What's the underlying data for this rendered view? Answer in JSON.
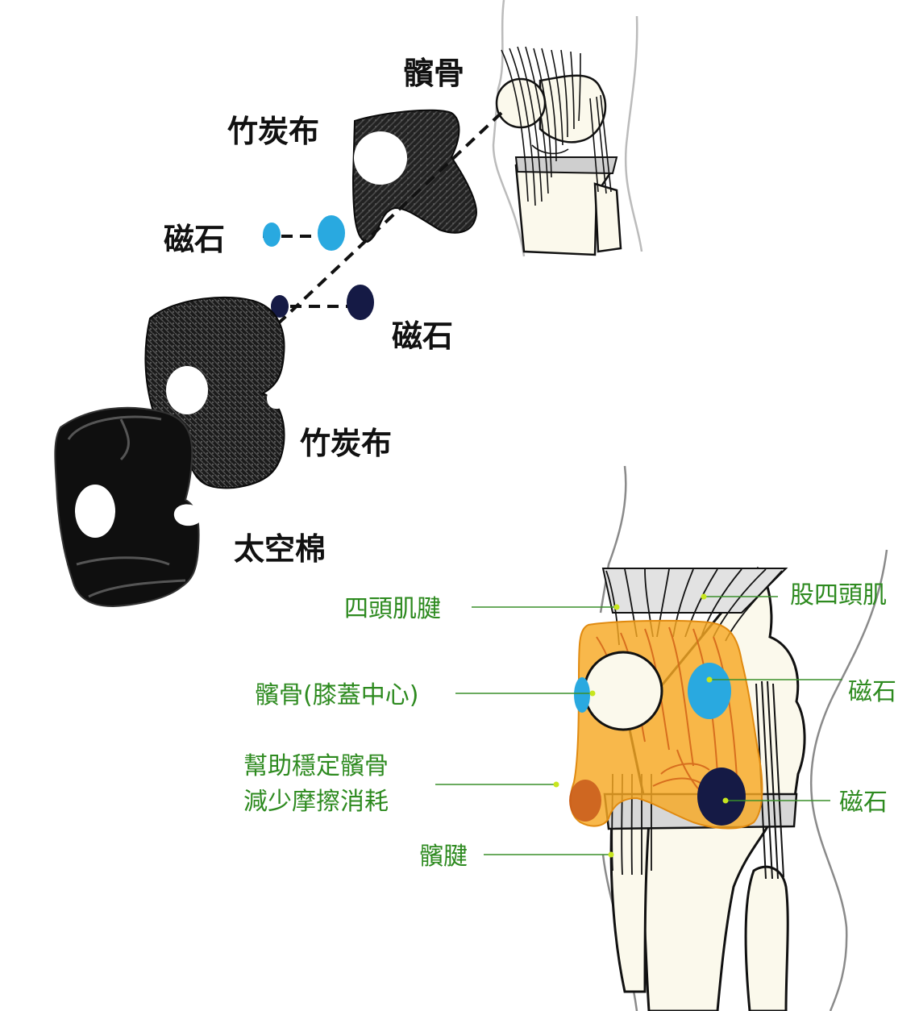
{
  "exploded_view": {
    "labels": {
      "patella": "髕骨",
      "bamboo_charcoal_top": "竹炭布",
      "magnet_blue": "磁石",
      "magnet_navy": "磁石",
      "bamboo_charcoal_mid": "竹炭布",
      "space_cotton": "太空棉"
    }
  },
  "anatomy_view": {
    "labels": {
      "quad_tendon": "四頭肌腱",
      "quadriceps": "股四頭肌",
      "patella_center": "髕骨(膝蓋中心)",
      "magnet_upper": "磁石",
      "stabilize_line1": "幫助穩定髕骨",
      "stabilize_line2": "減少摩擦消耗",
      "magnet_lower": "磁石",
      "patellar_tendon": "髕腱"
    }
  },
  "colors": {
    "label_black": "#111111",
    "label_green": "#2d8a1f",
    "leader_green": "#3a8f2a",
    "dot_lime": "#c8e61e",
    "magnet_blue": "#29a9e0",
    "magnet_navy": "#151a45",
    "pad_orange": "#f7a823",
    "fabric_dark": "#1e1e1e",
    "bone_cream": "#fbf9ec"
  }
}
